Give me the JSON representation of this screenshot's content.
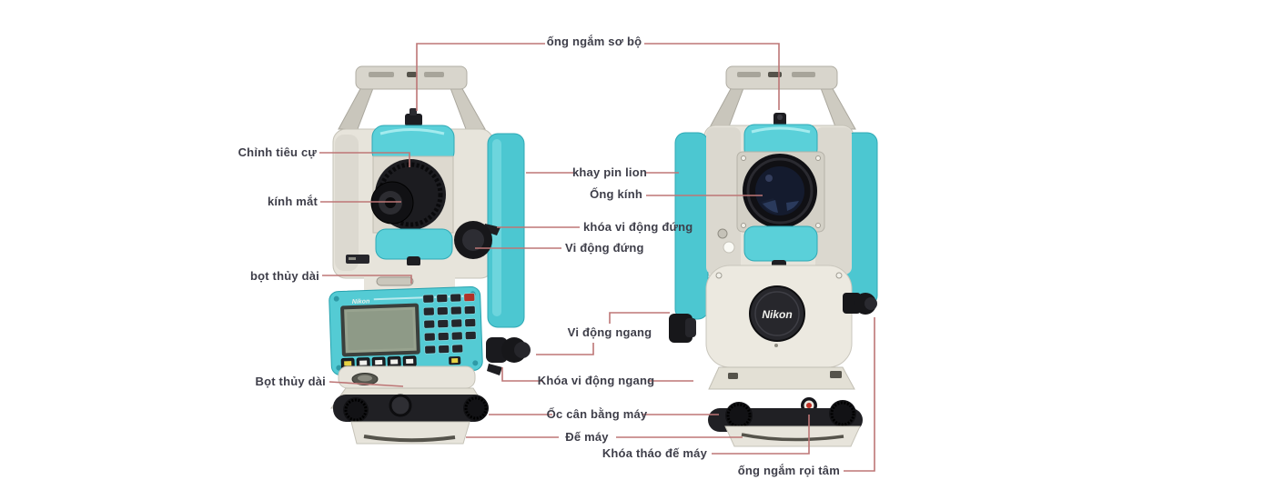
{
  "brand": "Nikon",
  "colors": {
    "teal_body": "#54cbd4",
    "teal_dark": "#3ab4c0",
    "gray_body": "#d8d5cc",
    "cream_body": "#e7e4db",
    "callout_line": "#bd7676",
    "label_text": "#3e3e49",
    "background": "#ffffff"
  },
  "callouts": [
    {
      "id": "ong-ngam-so-bo",
      "text": "ống ngắm sơ bộ"
    },
    {
      "id": "chinh-tieu-cu",
      "text": "Chỉnh tiêu cự"
    },
    {
      "id": "khay-pin-lion",
      "text": "khay pin lion"
    },
    {
      "id": "ong-kinh",
      "text": "Ống kính"
    },
    {
      "id": "kinh-mat",
      "text": "kính mắt"
    },
    {
      "id": "khoa-vi-dong-dung",
      "text": "khóa vi động đứng"
    },
    {
      "id": "vi-dong-dung",
      "text": "Vi động đứng"
    },
    {
      "id": "bot-thuy-dai",
      "text": "bọt thủy dài"
    },
    {
      "id": "vi-dong-ngang",
      "text": "Vi động ngang"
    },
    {
      "id": "bot-thuy-dai-2",
      "text": "Bọt thủy dài"
    },
    {
      "id": "khoa-vi-dong-ngang",
      "text": "Khóa vi động ngang"
    },
    {
      "id": "oc-can-bang-may",
      "text": "Ốc cân bằng máy"
    },
    {
      "id": "de-may",
      "text": "Đế máy"
    },
    {
      "id": "khoa-thao-de-may",
      "text": "Khóa tháo đế máy"
    },
    {
      "id": "ong-ngam-roi-tam",
      "text": "ống ngắm rọi tâm"
    }
  ]
}
